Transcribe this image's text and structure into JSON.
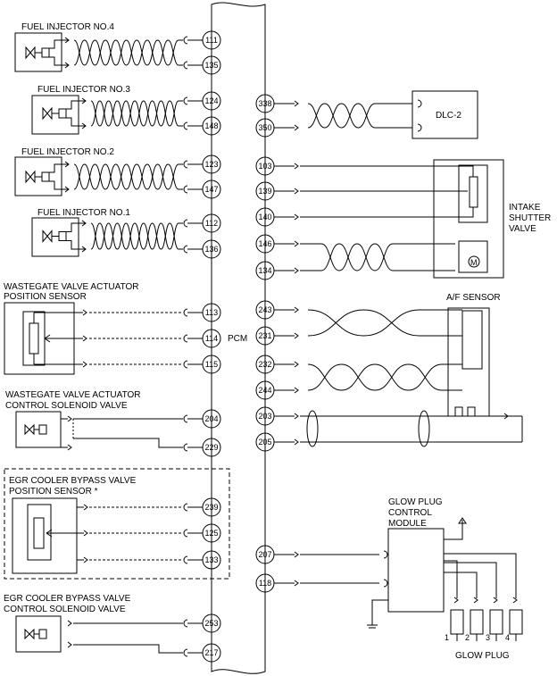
{
  "pcm_label": "PCM",
  "components": {
    "fuel_injector_4": "FUEL INJECTOR NO.4",
    "fuel_injector_3": "FUEL INJECTOR NO.3",
    "fuel_injector_2": "FUEL INJECTOR NO.2",
    "fuel_injector_1": "FUEL INJECTOR NO.1",
    "wastegate_sensor_line1": "WASTEGATE VALVE ACTUATOR",
    "wastegate_sensor_line2": "POSITION SENSOR",
    "wastegate_solenoid_line1": "WASTEGATE VALVE ACTUATOR",
    "wastegate_solenoid_line2": "CONTROL SOLENOID VALVE",
    "egr_sensor_line1": "EGR COOLER BYPASS VALVE",
    "egr_sensor_line2": "POSITION SENSOR *",
    "egr_solenoid_line1": "EGR COOLER BYPASS VALVE",
    "egr_solenoid_line2": "CONTROL SOLENOID VALVE",
    "dlc": "DLC-2",
    "intake_line1": "INTAKE",
    "intake_line2": "SHUTTER",
    "intake_line3": "VALVE",
    "af_sensor": "A/F SENSOR",
    "glow_module_line1": "GLOW PLUG",
    "glow_module_line2": "CONTROL",
    "glow_module_line3": "MODULE",
    "glow_plug": "GLOW PLUG",
    "motor_symbol": "M"
  },
  "glow_plug_numbers": [
    "1",
    "2",
    "3",
    "4"
  ],
  "pins": {
    "p111": "111",
    "p135": "135",
    "p124": "124",
    "p148": "148",
    "p123": "123",
    "p147": "147",
    "p112": "112",
    "p136": "136",
    "p113": "113",
    "p114": "114",
    "p115": "115",
    "p204": "204",
    "p229": "229",
    "p239": "239",
    "p125": "125",
    "p133": "133",
    "p253": "253",
    "p217": "217",
    "p338": "338",
    "p350": "350",
    "p103": "103",
    "p139": "139",
    "p140": "140",
    "p146": "146",
    "p134": "134",
    "p243": "243",
    "p231": "231",
    "p232": "232",
    "p244": "244",
    "p203": "203",
    "p205": "205",
    "p207": "207",
    "p118": "118"
  }
}
